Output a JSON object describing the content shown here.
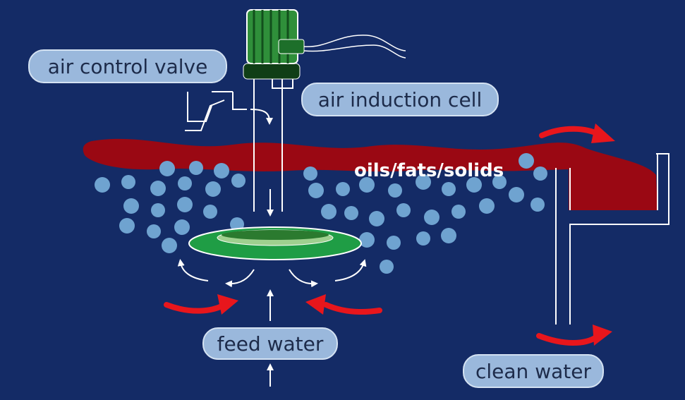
{
  "labels": {
    "air_control_valve": "air control valve",
    "air_induction_cell": "air induction cell",
    "oils_fats_solids": "oils/fats/solids",
    "feed_water": "feed water",
    "clean_water": "clean water"
  },
  "colors": {
    "background": "#142b66",
    "oil_layer": "#9a0813",
    "bubbles": "#6fa3d0",
    "impeller": "#1f9d45",
    "motor": "#2f8f3a",
    "flow_arrows": "#e8161c",
    "pipes": "#ffffff",
    "label_fill": "#9ab8dc"
  },
  "icons": [
    "motor-icon",
    "impeller-icon",
    "flow-arrow-icon"
  ]
}
